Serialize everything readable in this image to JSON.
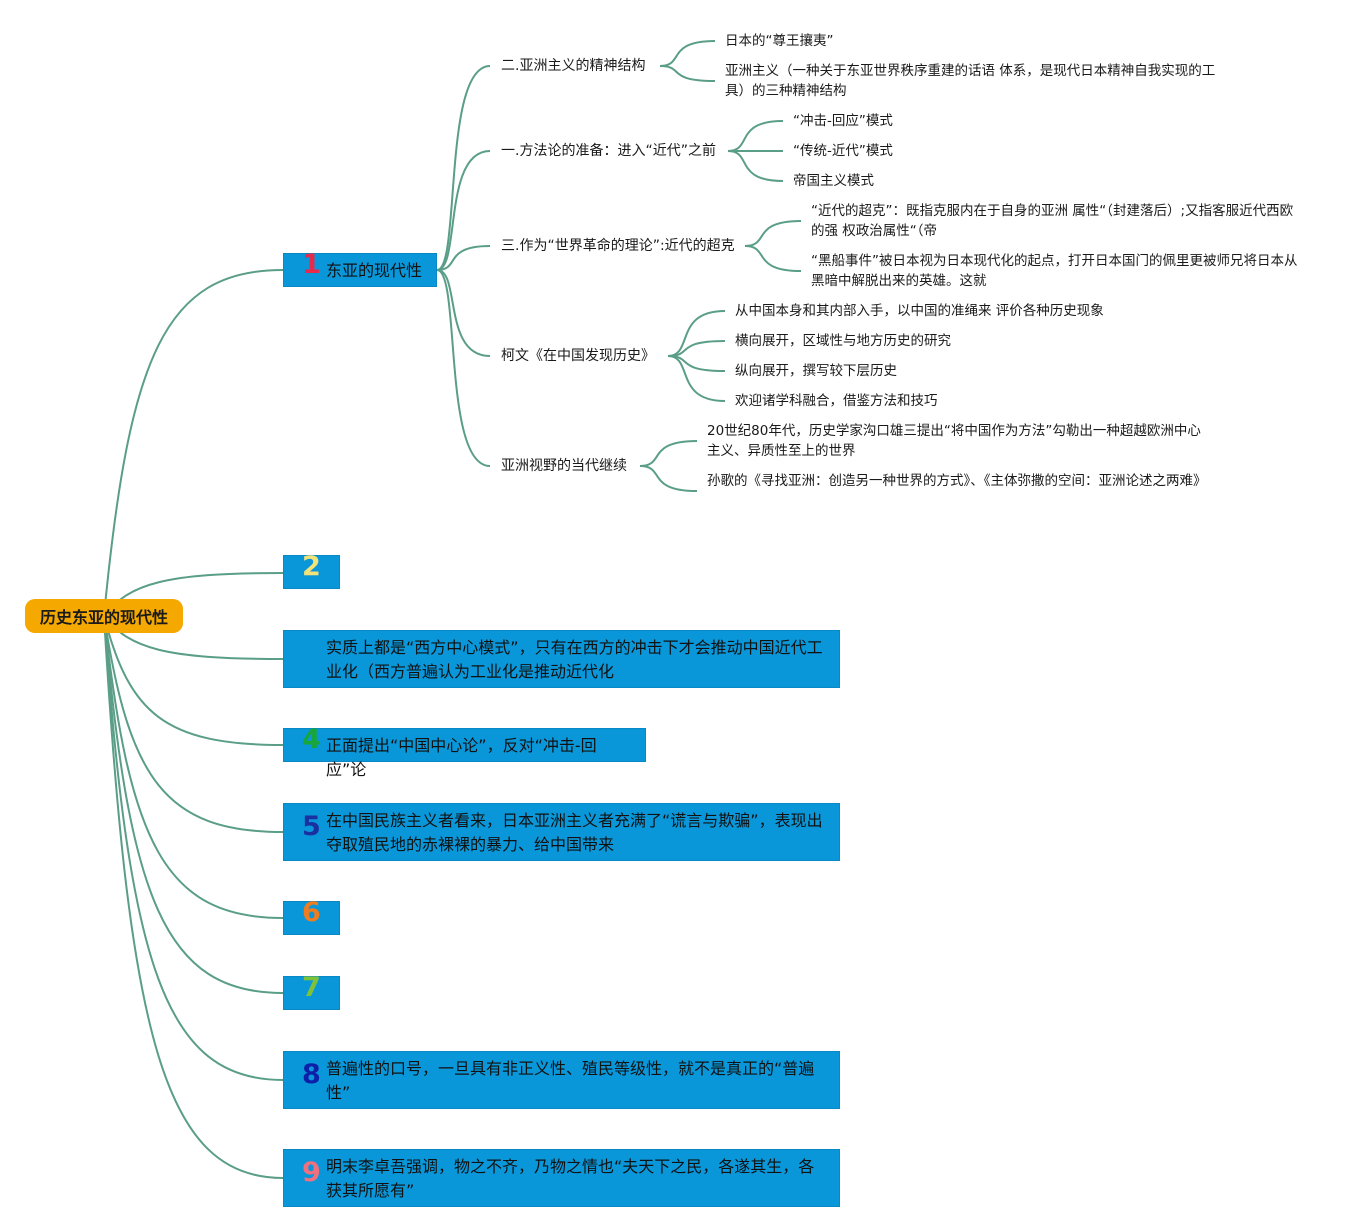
{
  "root": "历史东亚的现代性",
  "colors": {
    "root_bg": "#f5a800",
    "box_bg": "#0a97d9",
    "link": "#5a9e88"
  },
  "branches": [
    {
      "num": "1",
      "num_color": "#e8294a",
      "text": "东亚的现代性"
    },
    {
      "num": "2",
      "num_color": "#f2e27a",
      "text": ""
    },
    {
      "num": "",
      "num_color": "#0a97d9",
      "text": "实质上都是“西方中心模式”，只有在西方的冲击下才会推动中国近代工业化（西方普遍认为工业化是推动近代化"
    },
    {
      "num": "4",
      "num_color": "#18a53c",
      "text": "正面提出“中国中心论”，反对“冲击-回应”论"
    },
    {
      "num": "5",
      "num_color": "#1a2fa0",
      "text": "在中国民族主义者看来，日本亚洲主义者充满了“谎言与欺骗”，表现出夺取殖民地的赤裸裸的暴力、给中国带来"
    },
    {
      "num": "6",
      "num_color": "#ef7c1f",
      "text": ""
    },
    {
      "num": "7",
      "num_color": "#7fc23a",
      "text": ""
    },
    {
      "num": "8",
      "num_color": "#0d1fa8",
      "text": "普遍性的口号，一旦具有非正义性、殖民等级性，就不是真正的“普遍性”"
    },
    {
      "num": "9",
      "num_color": "#f07080",
      "text": "明末李卓吾强调，物之不齐，乃物之情也“夫天下之民，各遂其生，各获其所愿有”"
    }
  ],
  "subtopics": [
    {
      "label": "二.亚洲主义的精神结构",
      "children": [
        "日本的“尊王攘夷”",
        "亚洲主义（一种关于东亚世界秩序重建的话语 体系，是现代日本精神自我实现的工具）的三种精神结构"
      ]
    },
    {
      "label": "一.方法论的准备：进入“近代”之前",
      "children": [
        "“冲击-回应”模式",
        "“传统-近代”模式",
        "帝国主义模式"
      ]
    },
    {
      "label": "三.作为“世界革命的理论”:近代的超克",
      "children": [
        "“近代的超克”：既指克服内在于自身的亚洲 属性“（封建落后）;又指客服近代西欧的强 权政治属性“（帝",
        "“黑船事件”被日本视为日本现代化的起点，打开日本国门的佩里更被师兄将日本从黑暗中解脱出来的英雄。这就"
      ]
    },
    {
      "label": "柯文《在中国发现历史》",
      "children": [
        "从中国本身和其内部入手，以中国的准绳来 评价各种历史现象",
        "横向展开，区域性与地方历史的研究",
        "纵向展开，撰写较下层历史",
        "欢迎诸学科融合，借鉴方法和技巧"
      ]
    },
    {
      "label": "亚洲视野的当代继续",
      "children": [
        "20世纪80年代，历史学家沟口雄三提出“将中国作为方法”勾勒出一种超越欧洲中心主义、异质性至上的世界",
        "孙歌的《寻找亚洲：创造另一种世界的方式》、《主体弥撒的空间：亚洲论述之两难》"
      ]
    }
  ]
}
